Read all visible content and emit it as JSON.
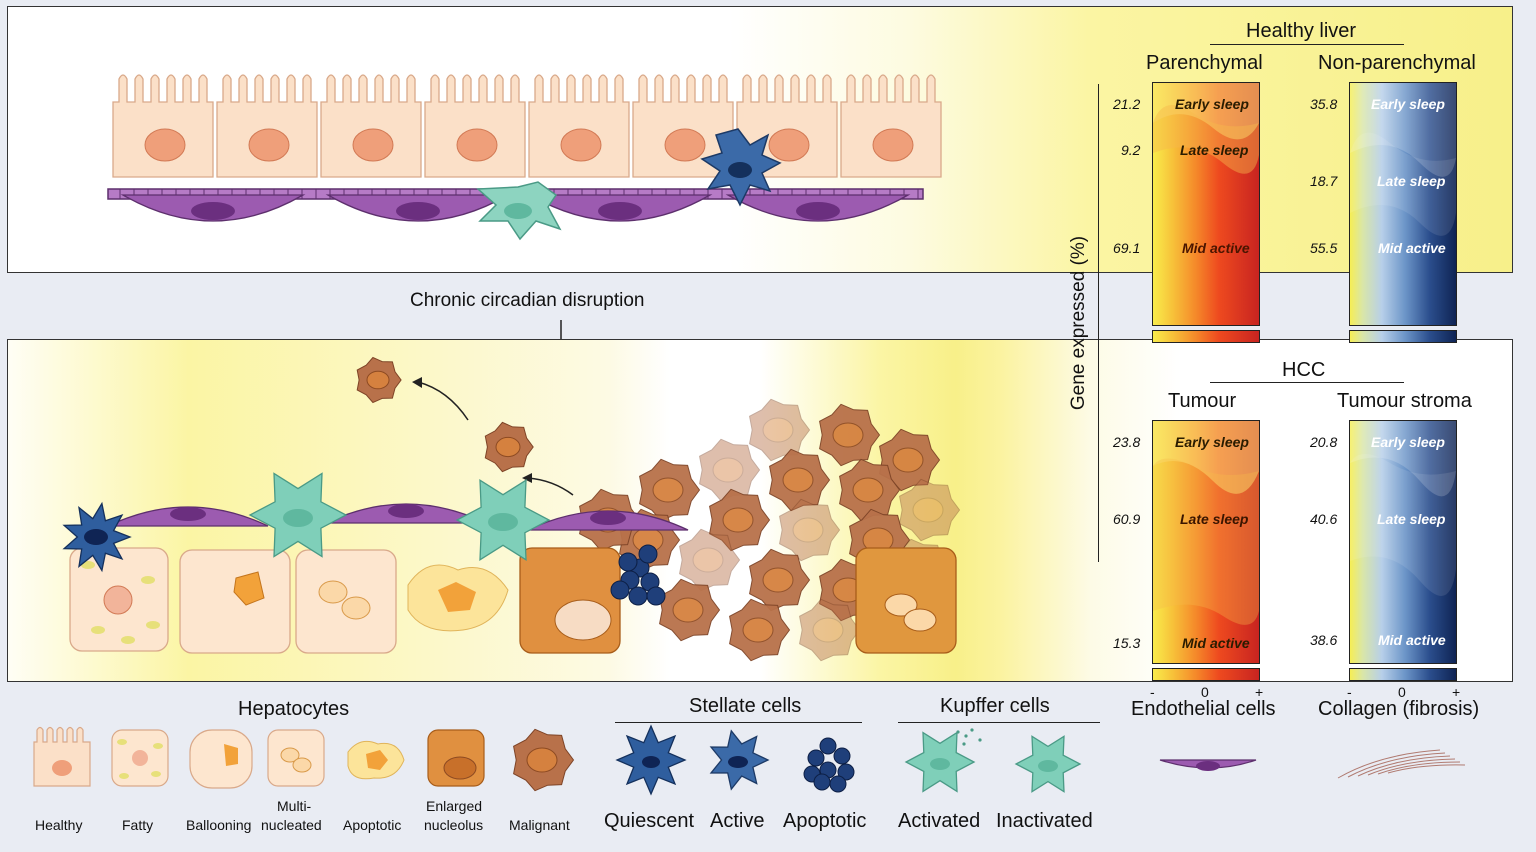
{
  "top_panel": {
    "group_title": "Healthy liver",
    "columns": [
      {
        "title": "Parenchymal",
        "rows": [
          {
            "value": "21.2",
            "phase": "Early sleep"
          },
          {
            "value": "9.2",
            "phase": "Late sleep"
          },
          {
            "value": "69.1",
            "phase": "Mid active"
          }
        ]
      },
      {
        "title": "Non-parenchymal",
        "rows": [
          {
            "value": "35.8",
            "phase": "Early sleep"
          },
          {
            "value": "18.7",
            "phase": "Late sleep"
          },
          {
            "value": "55.5",
            "phase": "Mid active"
          }
        ]
      }
    ]
  },
  "bottom_panel": {
    "group_title": "HCC",
    "columns": [
      {
        "title": "Tumour",
        "rows": [
          {
            "value": "23.8",
            "phase": "Early sleep"
          },
          {
            "value": "60.9",
            "phase": "Late sleep"
          },
          {
            "value": "15.3",
            "phase": "Mid active"
          }
        ]
      },
      {
        "title": "Tumour stroma",
        "rows": [
          {
            "value": "20.8",
            "phase": "Early sleep"
          },
          {
            "value": "40.6",
            "phase": "Late sleep"
          },
          {
            "value": "38.6",
            "phase": "Mid active"
          }
        ]
      }
    ]
  },
  "transition_label": "Chronic circadian disruption",
  "y_axis_label": "Gene expressed (%)",
  "scale_ticks": [
    "-",
    "0",
    "+"
  ],
  "legend": {
    "hepatocytes": {
      "title": "Hepatocytes",
      "items": [
        "Healthy",
        "Fatty",
        "Ballooning",
        "Multi-",
        "nucleated",
        "Apoptotic",
        "Enlarged",
        "nucleolus",
        "Malignant"
      ]
    },
    "stellate": {
      "title": "Stellate cells",
      "items": [
        "Quiescent",
        "Active",
        "Apoptotic"
      ]
    },
    "kupffer": {
      "title": "Kupffer cells",
      "items": [
        "Activated",
        "Inactivated"
      ]
    },
    "endothelial": {
      "title": "Endothelial cells"
    },
    "collagen": {
      "title": "Collagen (fibrosis)"
    }
  },
  "colors": {
    "hepatocyte_fill": "#fbe0c8",
    "nucleus": "#ef9f7a",
    "endothelial": "#9c5bb0",
    "kupffer": "#7fcfb9",
    "stellate": "#2f5e9e",
    "malignant": "#b8714a",
    "warm_bar_high": "#c82420",
    "cool_bar_high": "#0f2454"
  }
}
